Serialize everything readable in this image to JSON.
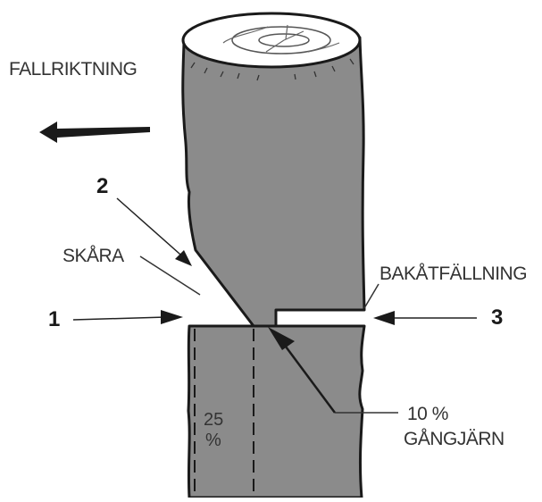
{
  "labels": {
    "fall_direction": "FALLRIKTNING",
    "notch": "SKÅRA",
    "back_cut": "BAKÅTFÄLLNING",
    "hinge_percent": "10 %",
    "hinge": "GÅNGJÄRN",
    "depth_value": "25",
    "depth_unit": "%"
  },
  "markers": {
    "one": "1",
    "two": "2",
    "three": "3"
  },
  "colors": {
    "trunk": "#8b8b8b",
    "outline": "#1a1a1a",
    "text": "#333333"
  }
}
